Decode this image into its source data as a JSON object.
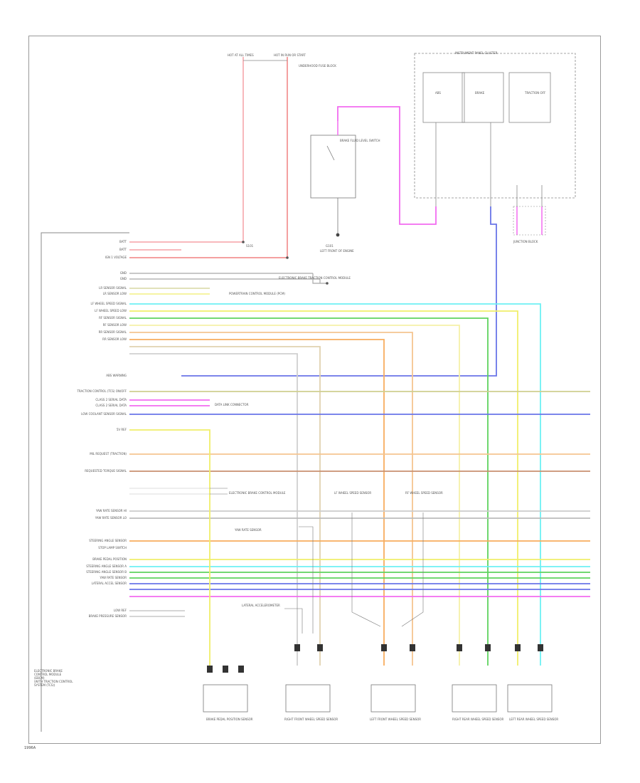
{
  "diagram": {
    "figure_id": "1996A",
    "module_block": "ELECTRONIC BRAKE\nCONTROL MODULE\n(EBCM)\n(WITH TRACTION CONTROL\nSYSTEM (TCS))",
    "pin_labels_left": [
      "BATT",
      "BATT",
      "IGN 1 VOLTAGE",
      "GND",
      "GND",
      "LR SENSOR SIGNAL",
      "LR SENSOR LOW",
      "LF WHEEL SPEED SIGNAL",
      "LF WHEEL SPEED LOW",
      "RF SENSOR SIGNAL",
      "RF SENSOR LOW",
      "RR SENSOR SIGNAL",
      "RR SENSOR LOW",
      "ABS WARNING",
      "TRACTION CONTROL (TCS) ON/OFF",
      "CLASS 2 SERIAL DATA",
      "CLASS 2 SERIAL DATA",
      "LOW COOLANT SENSOR SIGNAL",
      "5V REF",
      "MIL REQUEST (TRACTION)",
      "REQUESTED TORQUE SIGNAL",
      "YAW RATE SENSOR HI",
      "YAW RATE SENSOR LO",
      "STEERING ANGLE SENSOR",
      "STOP LAMP SWITCH",
      "BRAKE PEDAL POSITION",
      "STEERING ANGLE SENSOR A",
      "STEERING ANGLE SENSOR B",
      "YAW RATE SENSOR",
      "LATERAL ACCEL SENSOR",
      "LOW REF",
      "BRAKE PRESSURE SENSOR"
    ],
    "top_labels": {
      "fuse_a": "HOT AT ALL TIMES",
      "fuse_b": "HOT IN RUN OR START",
      "fuse_c": "UNDERHOOD FUSE BLOCK",
      "ipc": "INSTRUMENT PANEL CLUSTER",
      "relay": "BRAKE FLUID LEVEL SWITCH",
      "ground_a": "G101",
      "ground_b": "LEFT FRONT OF ENGINE",
      "ind_1": "ABS",
      "ind_2": "BRAKE",
      "ind_3": "TRACTION OFF",
      "junction": "JUNCTION BLOCK",
      "splice": "S101"
    },
    "mid_labels": {
      "edd": "ELECTRONIC BRAKE CONTROL MODULE",
      "pcm": "POWERTRAIN CONTROL MODULE (PCM)",
      "dlc": "DATA LINK CONNECTOR",
      "ebtcm": "ELECTRONIC BRAKE TRACTION CONTROL MODULE",
      "lf_sensor": "LF WHEEL SPEED SENSOR",
      "rf_sensor": "RF WHEEL SPEED SENSOR",
      "yaw_note": "YAW RATE SENSOR",
      "lat_note": "LATERAL ACCELEROMETER"
    },
    "bottom_labels": {
      "pedal": "BRAKE PEDAL POSITION SENSOR",
      "rf": "RIGHT FRONT WHEEL SPEED SENSOR",
      "lf": "LEFT FRONT WHEEL SPEED SENSOR",
      "rr": "RIGHT REAR WHEEL SPEED SENSOR",
      "lr": "LEFT REAR WHEEL SPEED SENSOR"
    },
    "colors": {
      "pink": "#f5a0a6",
      "red": "#f08080",
      "magenta": "#f26bf0",
      "blue": "#6a74e8",
      "cyan": "#6ef0f4",
      "yellow": "#f0ee6a",
      "green": "#5ed35e",
      "orange": "#f7ad5e",
      "light_orange": "#f5c590",
      "brown": "#c99070",
      "tan": "#e0d2b0",
      "grey": "#a8a8a8",
      "olive": "#cfcf90",
      "light_yellow": "#f5f0a8"
    }
  }
}
